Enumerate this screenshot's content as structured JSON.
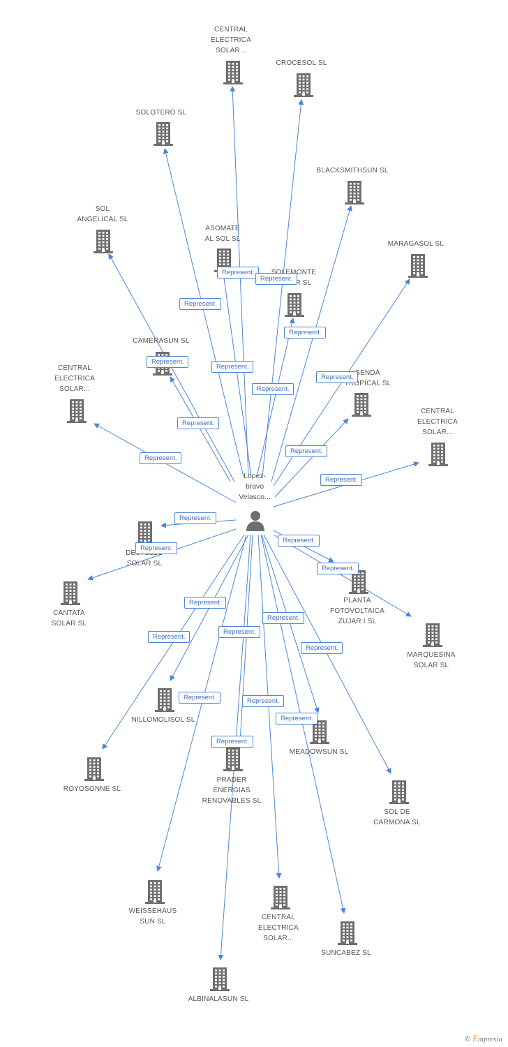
{
  "center": {
    "label": "Lopez-\nbravo\nVelasco..."
  },
  "edge_label": "Represent.",
  "colors": {
    "edge": "#4a86d8",
    "icon": "#6f6f6f",
    "text": "#555555"
  },
  "companies": [
    {
      "name": "CENTRAL\nELECTRICA\nSOLAR..."
    },
    {
      "name": "CROCESOL SL"
    },
    {
      "name": "SOLOTERO SL"
    },
    {
      "name": "BLACKSMITHSUN SL"
    },
    {
      "name": "SOL\nANGELICAL SL"
    },
    {
      "name": "ASOMATE\nAL SOL SL"
    },
    {
      "name": "MARAGASOL SL"
    },
    {
      "name": "SOLEMONTE\nSOLAR SL"
    },
    {
      "name": "CAMERASUN SL"
    },
    {
      "name": "CENTRAL\nELECTRICA\nSOLAR..."
    },
    {
      "name": "SENDA\nTROPICAL SL"
    },
    {
      "name": "CENTRAL\nELECTRICA\nSOLAR..."
    },
    {
      "name": "DESTELLO\nSOLAR SL"
    },
    {
      "name": "CANTATA\nSOLAR SL"
    },
    {
      "name": "PLANTA\nFOTOVOLTAICA\nZUJAR I SL"
    },
    {
      "name": "MARQUESINA\nSOLAR SL"
    },
    {
      "name": "NILLOMOLISOL SL"
    },
    {
      "name": "MEADOWSUN SL"
    },
    {
      "name": "ROYOSONNE SL"
    },
    {
      "name": "PRADER\nENERGIAS\nRENOVABLES SL"
    },
    {
      "name": "SOL DE\nCARMONA SL"
    },
    {
      "name": "WEISSEHAUS\nSUN SL"
    },
    {
      "name": "CENTRAL\nELECTRICA\nSOLAR..."
    },
    {
      "name": "SUNCABEZ SL"
    },
    {
      "name": "ALBINALASUN SL"
    }
  ],
  "brand": {
    "copyright": "©",
    "e": "E",
    "rest": "mpresia"
  }
}
